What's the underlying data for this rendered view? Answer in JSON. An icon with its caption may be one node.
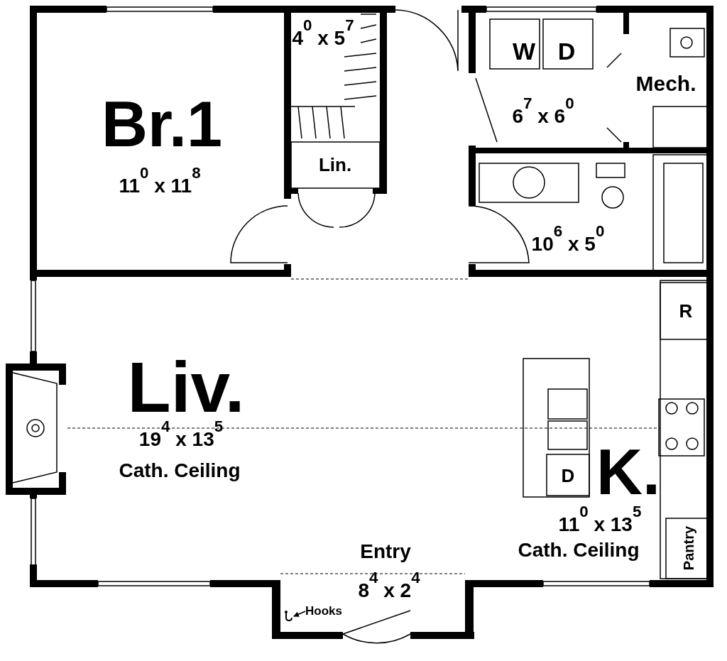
{
  "diagram": {
    "nodes": [
      {
        "text": [
          "Hooks"
        ]
      },
      {
        "text": [],
        "shape": "picture"
      }
    ],
    "edges": [
      {
        "from": 0,
        "to": 1,
        "arrow": "to"
      }
    ],
    "labels": [
      "4$^{0}$ x 5$^{7}$",
      "W",
      "D",
      "Mech.",
      "Br.1",
      "6$^{7}$ x 6$^{0}$",
      "Lin.",
      "11$^{0}$ x 11$^{8}$",
      "10$^{6}$ x 5$^{0}$",
      "R",
      "Liv.",
      "19$^{4}$ x 13$^{5}$",
      "Cath. Ceiling",
      "D",
      "K.",
      "11$^{0}$ x 13$^{5}$",
      "Entry",
      "Cath. Ceiling",
      "Pantry",
      "8$^{4}$ x 2$^{4}$"
    ]
  }
}
